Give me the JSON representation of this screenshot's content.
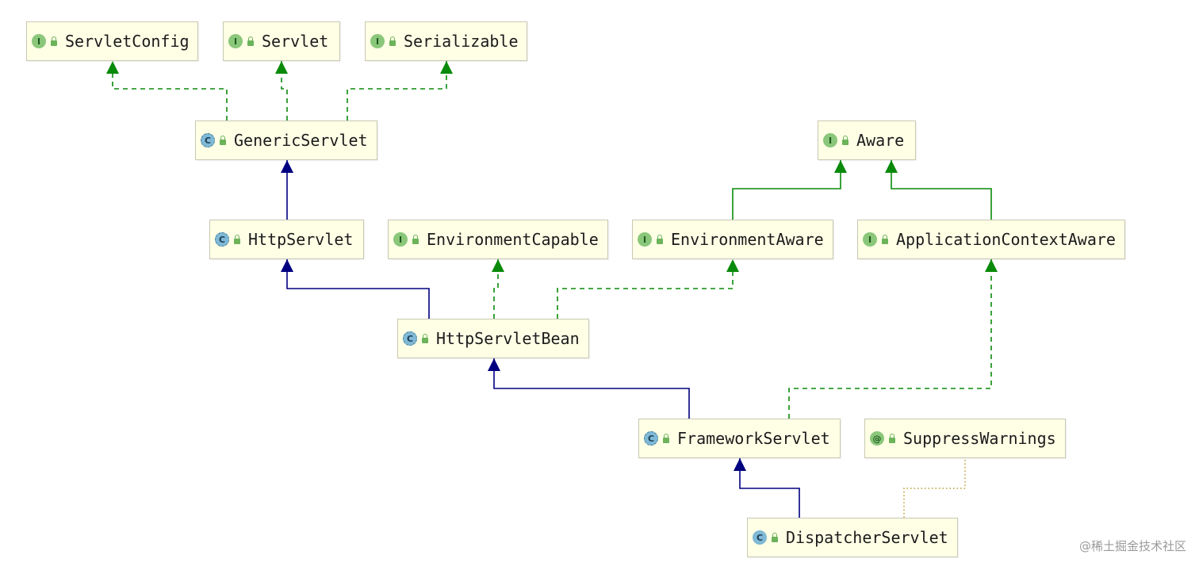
{
  "diagram": {
    "nodes": {
      "servletconfig": {
        "label": "ServletConfig",
        "kind": "interface",
        "kind_letter": "I"
      },
      "servlet": {
        "label": "Servlet",
        "kind": "interface",
        "kind_letter": "I"
      },
      "serializable": {
        "label": "Serializable",
        "kind": "interface",
        "kind_letter": "I"
      },
      "genericservlet": {
        "label": "GenericServlet",
        "kind": "abstract",
        "kind_letter": "C"
      },
      "aware": {
        "label": "Aware",
        "kind": "interface",
        "kind_letter": "I"
      },
      "httpservlet": {
        "label": "HttpServlet",
        "kind": "abstract",
        "kind_letter": "C"
      },
      "environmentcapable": {
        "label": "EnvironmentCapable",
        "kind": "interface",
        "kind_letter": "I"
      },
      "environmentaware": {
        "label": "EnvironmentAware",
        "kind": "interface",
        "kind_letter": "I"
      },
      "applicationcontextaware": {
        "label": "ApplicationContextAware",
        "kind": "interface",
        "kind_letter": "I"
      },
      "httpservletbean": {
        "label": "HttpServletBean",
        "kind": "abstract",
        "kind_letter": "C"
      },
      "frameworkservlet": {
        "label": "FrameworkServlet",
        "kind": "abstract",
        "kind_letter": "C"
      },
      "suppresswarnings": {
        "label": "SuppressWarnings",
        "kind": "annotation",
        "kind_letter": "@"
      },
      "dispatcherservlet": {
        "label": "DispatcherServlet",
        "kind": "class",
        "kind_letter": "C"
      }
    },
    "edges": [
      {
        "from": "genericservlet",
        "to": "servletconfig",
        "type": "implements"
      },
      {
        "from": "genericservlet",
        "to": "servlet",
        "type": "implements"
      },
      {
        "from": "genericservlet",
        "to": "serializable",
        "type": "implements"
      },
      {
        "from": "httpservlet",
        "to": "genericservlet",
        "type": "extends"
      },
      {
        "from": "environmentaware",
        "to": "aware",
        "type": "interface-extends"
      },
      {
        "from": "applicationcontextaware",
        "to": "aware",
        "type": "interface-extends"
      },
      {
        "from": "httpservletbean",
        "to": "httpservlet",
        "type": "extends"
      },
      {
        "from": "httpservletbean",
        "to": "environmentcapable",
        "type": "implements"
      },
      {
        "from": "httpservletbean",
        "to": "environmentaware",
        "type": "implements"
      },
      {
        "from": "frameworkservlet",
        "to": "httpservletbean",
        "type": "extends"
      },
      {
        "from": "frameworkservlet",
        "to": "applicationcontextaware",
        "type": "implements"
      },
      {
        "from": "dispatcherservlet",
        "to": "frameworkservlet",
        "type": "extends"
      },
      {
        "from": "dispatcherservlet",
        "to": "suppresswarnings",
        "type": "annotated-by"
      }
    ],
    "colors": {
      "extends": "#000080",
      "implements": "#0a8a0a",
      "interface-extends": "#0a8a0a",
      "annotated-by": "#b89a2a"
    }
  },
  "watermark": "@稀土掘金技术社区"
}
